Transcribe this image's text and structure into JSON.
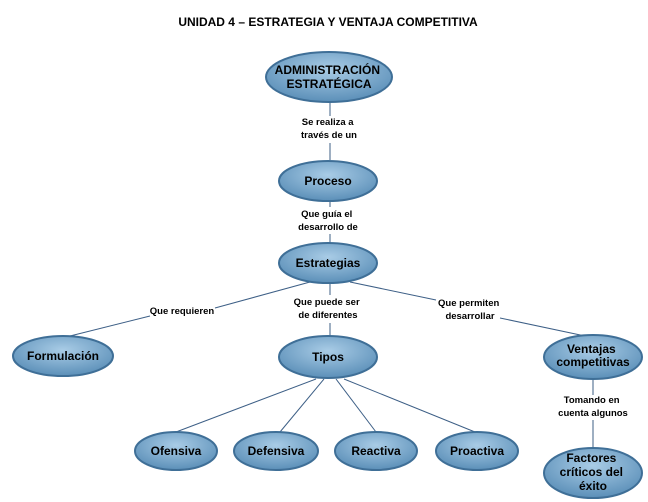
{
  "title": "UNIDAD 4 – ESTRATEGIA Y VENTAJA COMPETITIVA",
  "colors": {
    "node_fill": "#6a9ec4",
    "node_stroke": "#3f6f97",
    "line": "#3d5f86"
  },
  "nodes": {
    "administracion": [
      "ADMINISTRACIÓN",
      "ESTRATÉGICA"
    ],
    "proceso": [
      "Proceso"
    ],
    "estrategias": [
      "Estrategias"
    ],
    "formulacion": [
      "Formulación"
    ],
    "tipos": [
      "Tipos"
    ],
    "ventajas": [
      "Ventajas",
      "competitivas"
    ],
    "ofensiva": [
      "Ofensiva"
    ],
    "defensiva": [
      "Defensiva"
    ],
    "reactiva": [
      "Reactiva"
    ],
    "proactiva": [
      "Proactiva"
    ],
    "factores": [
      "Factores",
      "críticos del",
      "éxito"
    ]
  },
  "links": {
    "se_realiza": [
      "Se realiza a",
      "través de un"
    ],
    "que_guia": [
      "Que guía el",
      "desarrollo de"
    ],
    "que_requieren": [
      "Que requieren"
    ],
    "que_puede": [
      "Que puede ser",
      "de diferentes"
    ],
    "que_permiten": [
      "Que permiten",
      "desarrollar"
    ],
    "tomando": [
      "Tomando en",
      "cuenta algunos"
    ]
  }
}
